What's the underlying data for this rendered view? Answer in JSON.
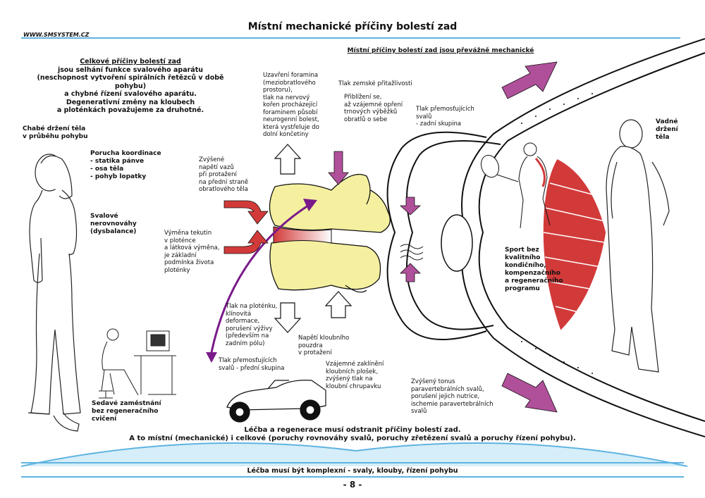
{
  "page": {
    "title": "Místní mechanické příčiny bolestí zad",
    "logo": "WWW.SMSYSTEM.CZ",
    "subtitle": "Místní příčiny bolestí zad jsou převážně mechanické",
    "page_number": "- 8 -"
  },
  "intro": {
    "heading": "Celkové příčiny bolestí zad",
    "line1": "jsou selhání funkce svalového aparátu",
    "line2": "(neschopnost vytvoření spirálních řetězců v době pohybu)",
    "line3": "a chybné řízení svalového aparátu.",
    "line4": "Degenerativní změny na kloubech",
    "line5": "a ploténkách považujeme za druhotné."
  },
  "left_labels": {
    "posture": [
      "Chabé držení těla",
      "v průběhu pohybu"
    ],
    "coordination": [
      "Porucha koordinace",
      "- statika pánve",
      "- osa těla",
      "- pohyb lopatky"
    ],
    "muscle": [
      "Svalové",
      "nerovnováhy",
      "(dysbalance)"
    ],
    "sedentary": [
      "Sedavé zaměstnání",
      "bez regeneračního",
      "cvičení"
    ]
  },
  "center_labels": {
    "foramen": [
      "Uzavření foramina",
      "(meziobratlového",
      "prostoru),",
      "tlak na nervový",
      "kořen procházející",
      "foraminem působí",
      "neurogenní bolest,",
      "která vystřeluje do",
      "dolní končetiny"
    ],
    "gravity": "Tlak zemské přitažlivosti",
    "approach": [
      "Přiblížení se,",
      "až vzájemné opření",
      "trnových výběžků",
      "obratlů o sebe"
    ],
    "back_muscles": [
      "Tlak přemosťujících",
      "svalů",
      "- zadní skupina"
    ],
    "ligaments": [
      "Zvýšené",
      "napětí vazů",
      "při protažení",
      "na přední straně",
      "obratlového těla"
    ],
    "exchange": [
      "Výměna tekutin",
      "v ploténce",
      "a látková výměna,",
      "je základní",
      "podmínka života",
      "ploténky"
    ],
    "disc_pressure": [
      "Tlak na ploténku,",
      "klínovitá",
      "deformace,",
      "porušení výživy",
      "(především na",
      "zadním pólu)"
    ],
    "capsule": [
      "Napětí kloubního",
      "pouzdra",
      "v protažení"
    ],
    "front_muscles": [
      "Tlak přemosťujících",
      "svalů - přední skupina"
    ],
    "facets": [
      "Vzájemné zaklínění",
      "kloubních plošek,",
      "zvýšený tlak na",
      "kloubní chrupavku"
    ],
    "tonus": [
      "Zvýšený tonus",
      "paravertebrálních svalů,",
      "porušení jejich nutrice,",
      "ischemie paravertebrálních",
      "svalů"
    ]
  },
  "right_labels": {
    "sport": [
      "Sport bez",
      "kvalitního",
      "kondičního,",
      "kompenzačního",
      "a regeneračního",
      "programu"
    ],
    "defect": [
      "Vadné",
      "držení",
      "těla"
    ]
  },
  "footer": {
    "line1": "Léčba a regenerace musí odstranit příčiny bolestí zad.",
    "line2": "A to místní (mechanické) i celkové (poruchy rovnováhy svalů, poruchy zřetězení svalů a poruchy řízení pohybu).",
    "bottom": "Léčba musí být komplexní - svaly, klouby, řízení pohybu"
  },
  "colors": {
    "rule": "#5fb3e0",
    "bone": "#f4f0a0",
    "muscle": "#d23a3a",
    "arrow": "#b0509a",
    "nerve": "#7a1a8a"
  }
}
